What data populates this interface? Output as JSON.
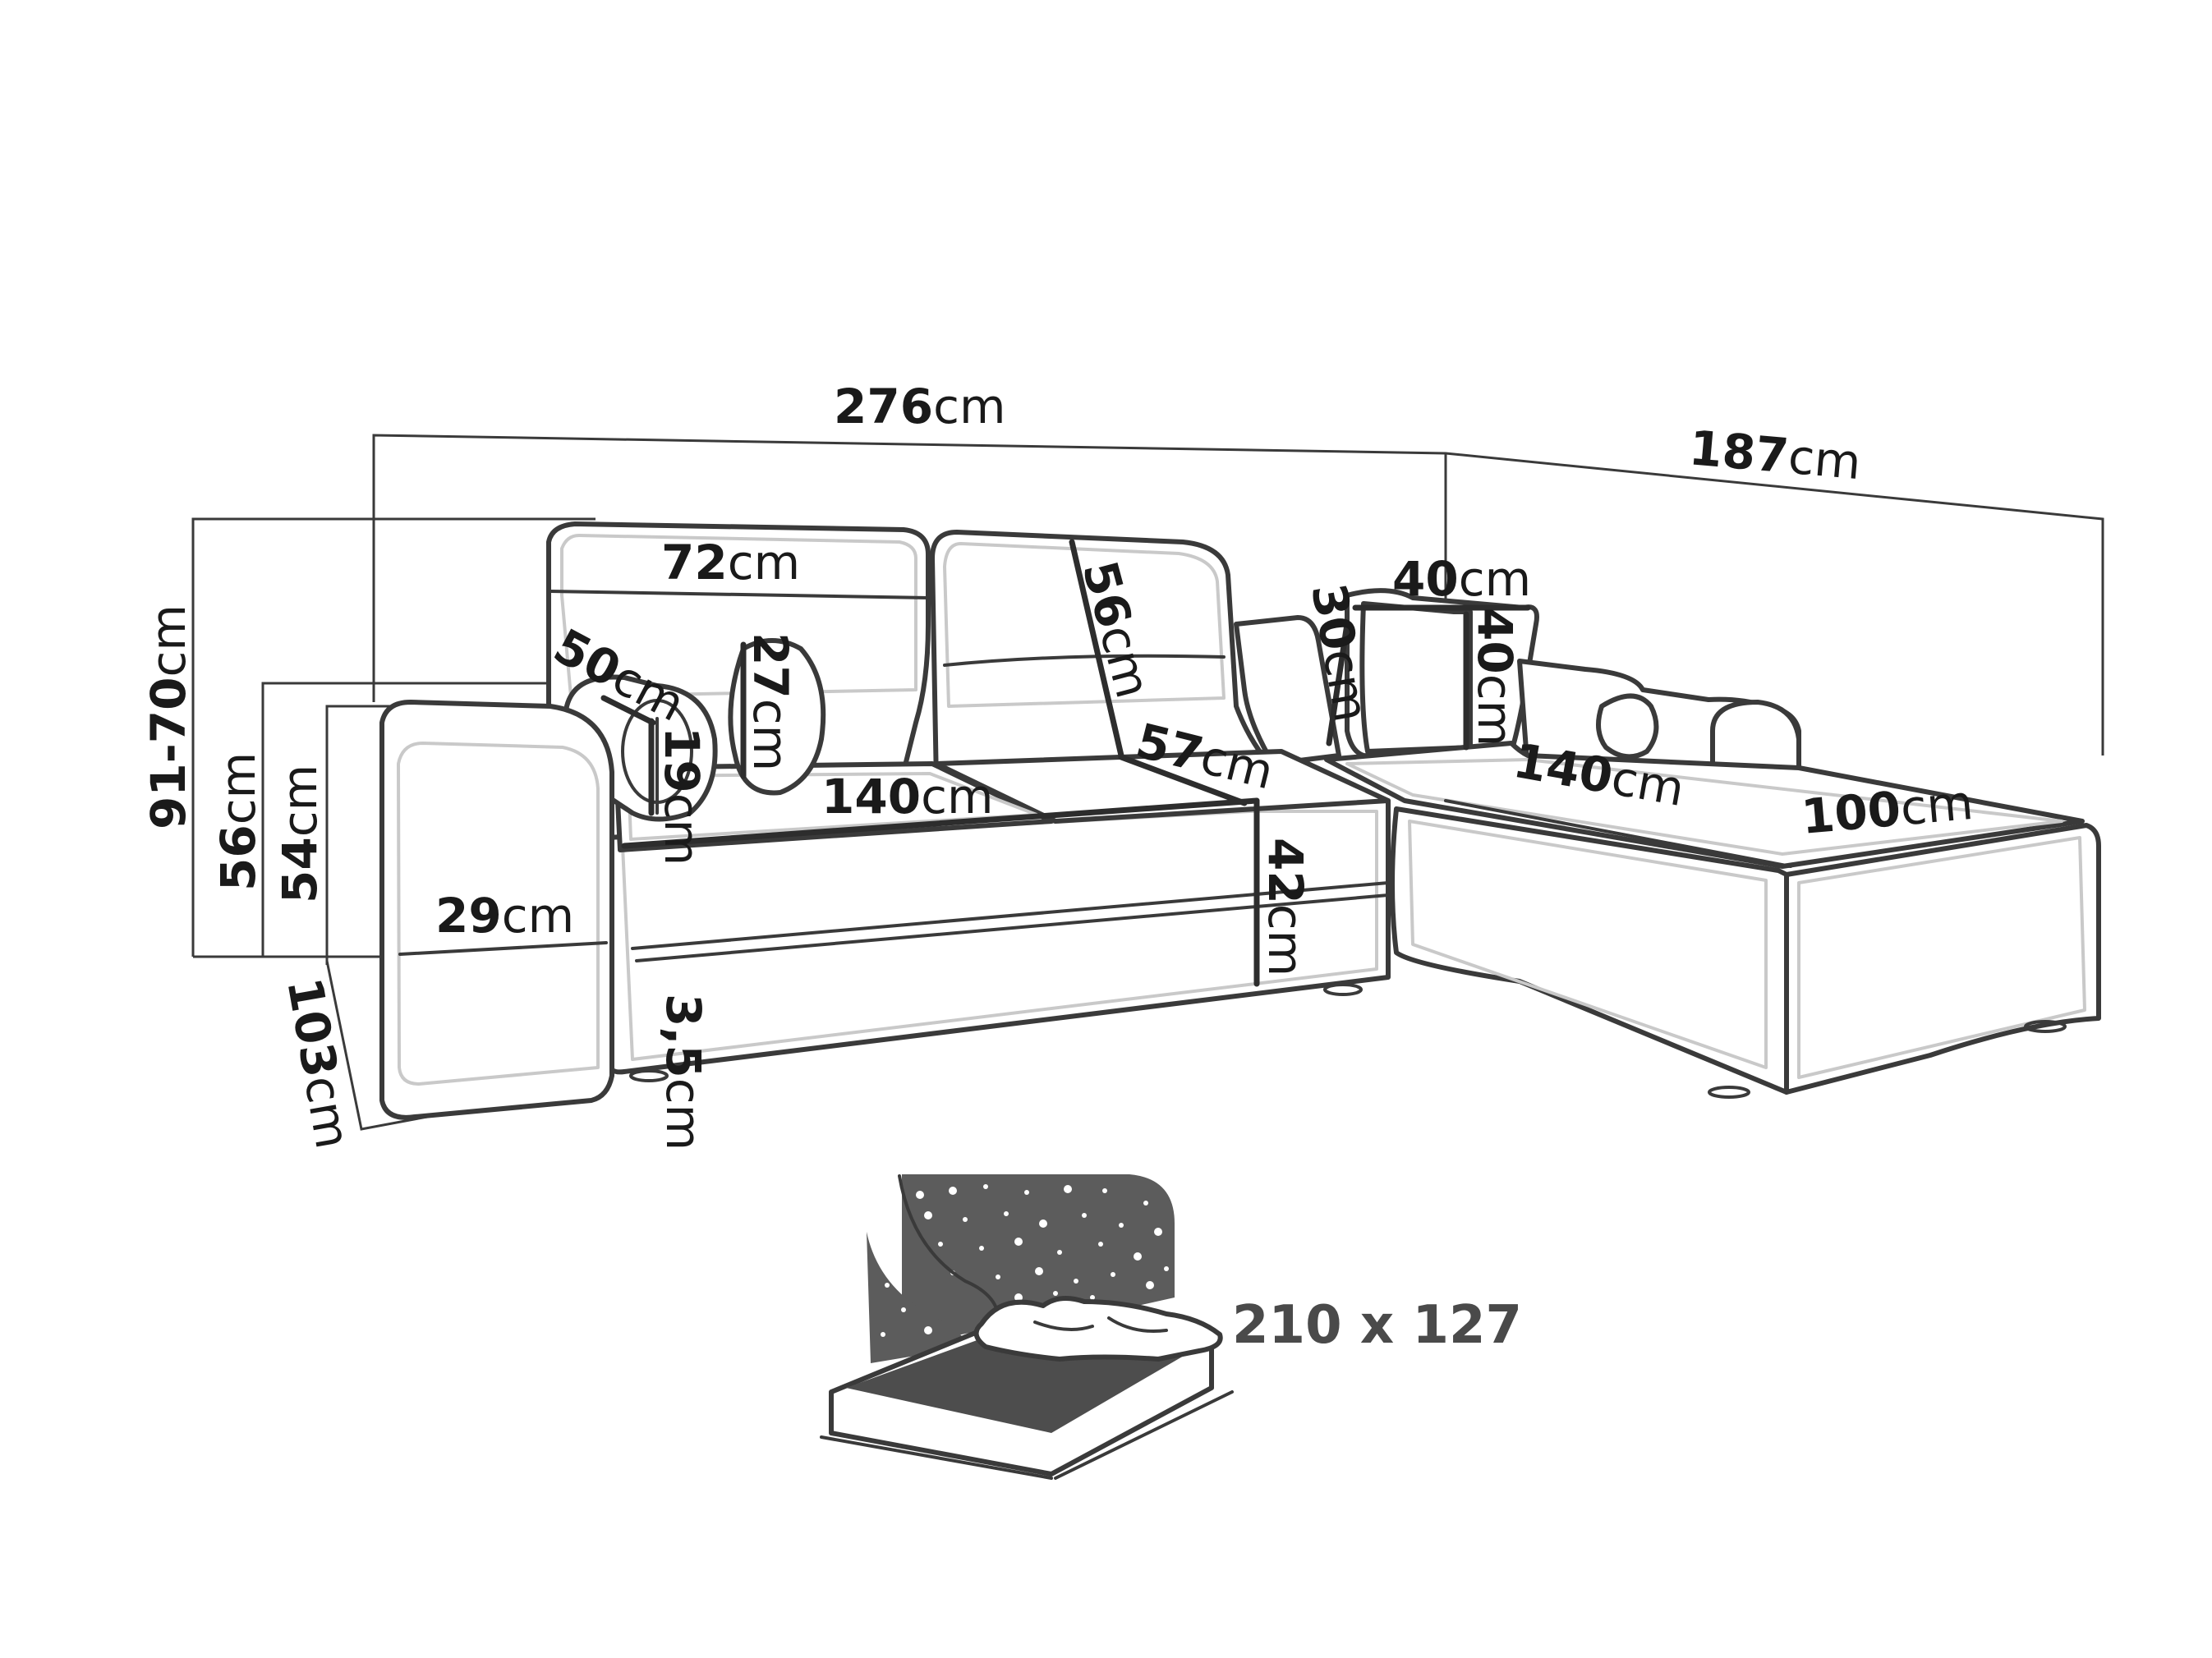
{
  "unit": "cm",
  "dimensions": {
    "total_width": "276",
    "chaise_length": "187",
    "back_cushion_width": "72",
    "back_cushion_height": "56",
    "bolster_length": "50",
    "bolster_diameter": "19",
    "cushion_height": "27",
    "seat_width": "140",
    "seat_depth": "57",
    "pillow_width": "40",
    "pillow_height": "40",
    "pillow_depth": "30",
    "chaise_seat_width": "140",
    "chaise_width": "100",
    "seat_height": "42",
    "armrest_width": "29",
    "leg_height": "3,5",
    "total_height": "91-70",
    "armrest_height": "56",
    "side_height": "54",
    "total_depth": "103"
  },
  "bed": {
    "size_label": "210 x 127",
    "colors": {
      "night_sky": "#5c5c5c",
      "mattress": "#4d4d4d"
    }
  }
}
